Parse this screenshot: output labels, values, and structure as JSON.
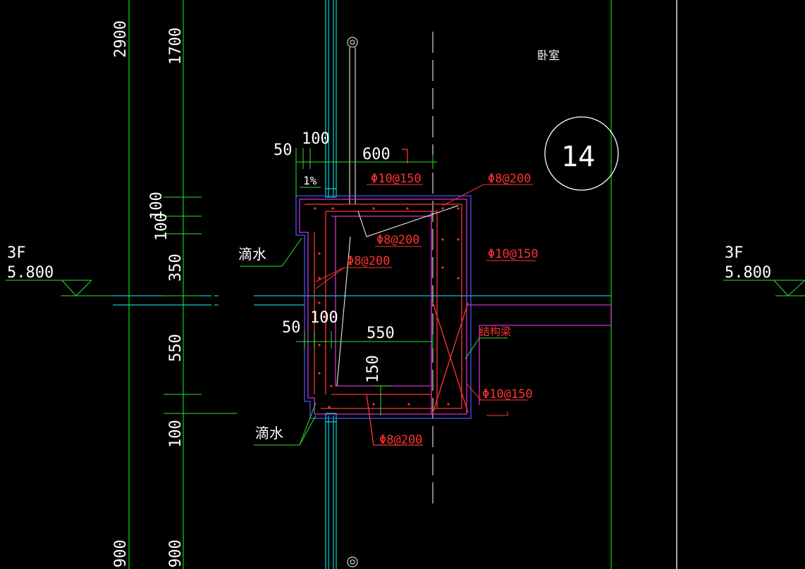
{
  "colors": {
    "background": "#000000",
    "grid": "#00cc00",
    "glass": "#00ffff",
    "concrete": "#cc33cc",
    "rebar": "#ff3333",
    "text": "#ffffff",
    "dim": "#33dd33",
    "blue": "#4455ff"
  },
  "room_label": "卧室",
  "detail_number": "14",
  "levels": {
    "left": {
      "floor": "3F",
      "elevation": "5.800"
    },
    "right": {
      "floor": "3F",
      "elevation": "5.800"
    }
  },
  "vertical_dims": {
    "v2900_top": "2900",
    "v1700": "1700",
    "v100_a": "100",
    "v100_b": "100",
    "v350": "350",
    "v550": "550",
    "v100_c": "100",
    "v900": "900",
    "v900_b": "900"
  },
  "top_dims": {
    "d50": "50",
    "d100": "100",
    "d600": "600",
    "slope": "1%"
  },
  "mid_dims": {
    "d50": "50",
    "d100": "100",
    "d550": "550",
    "d150": "150"
  },
  "drip_labels": {
    "upper": "滴水",
    "lower": "滴水"
  },
  "rebar_labels": {
    "r1": "Φ10@150",
    "r2": "Φ8@200",
    "r3": "Φ8@200",
    "r4": "Φ8@200",
    "r5": "Φ10@150",
    "r6": "Φ10@150",
    "r7": "Φ8@200"
  },
  "beam_label": "结构梁"
}
